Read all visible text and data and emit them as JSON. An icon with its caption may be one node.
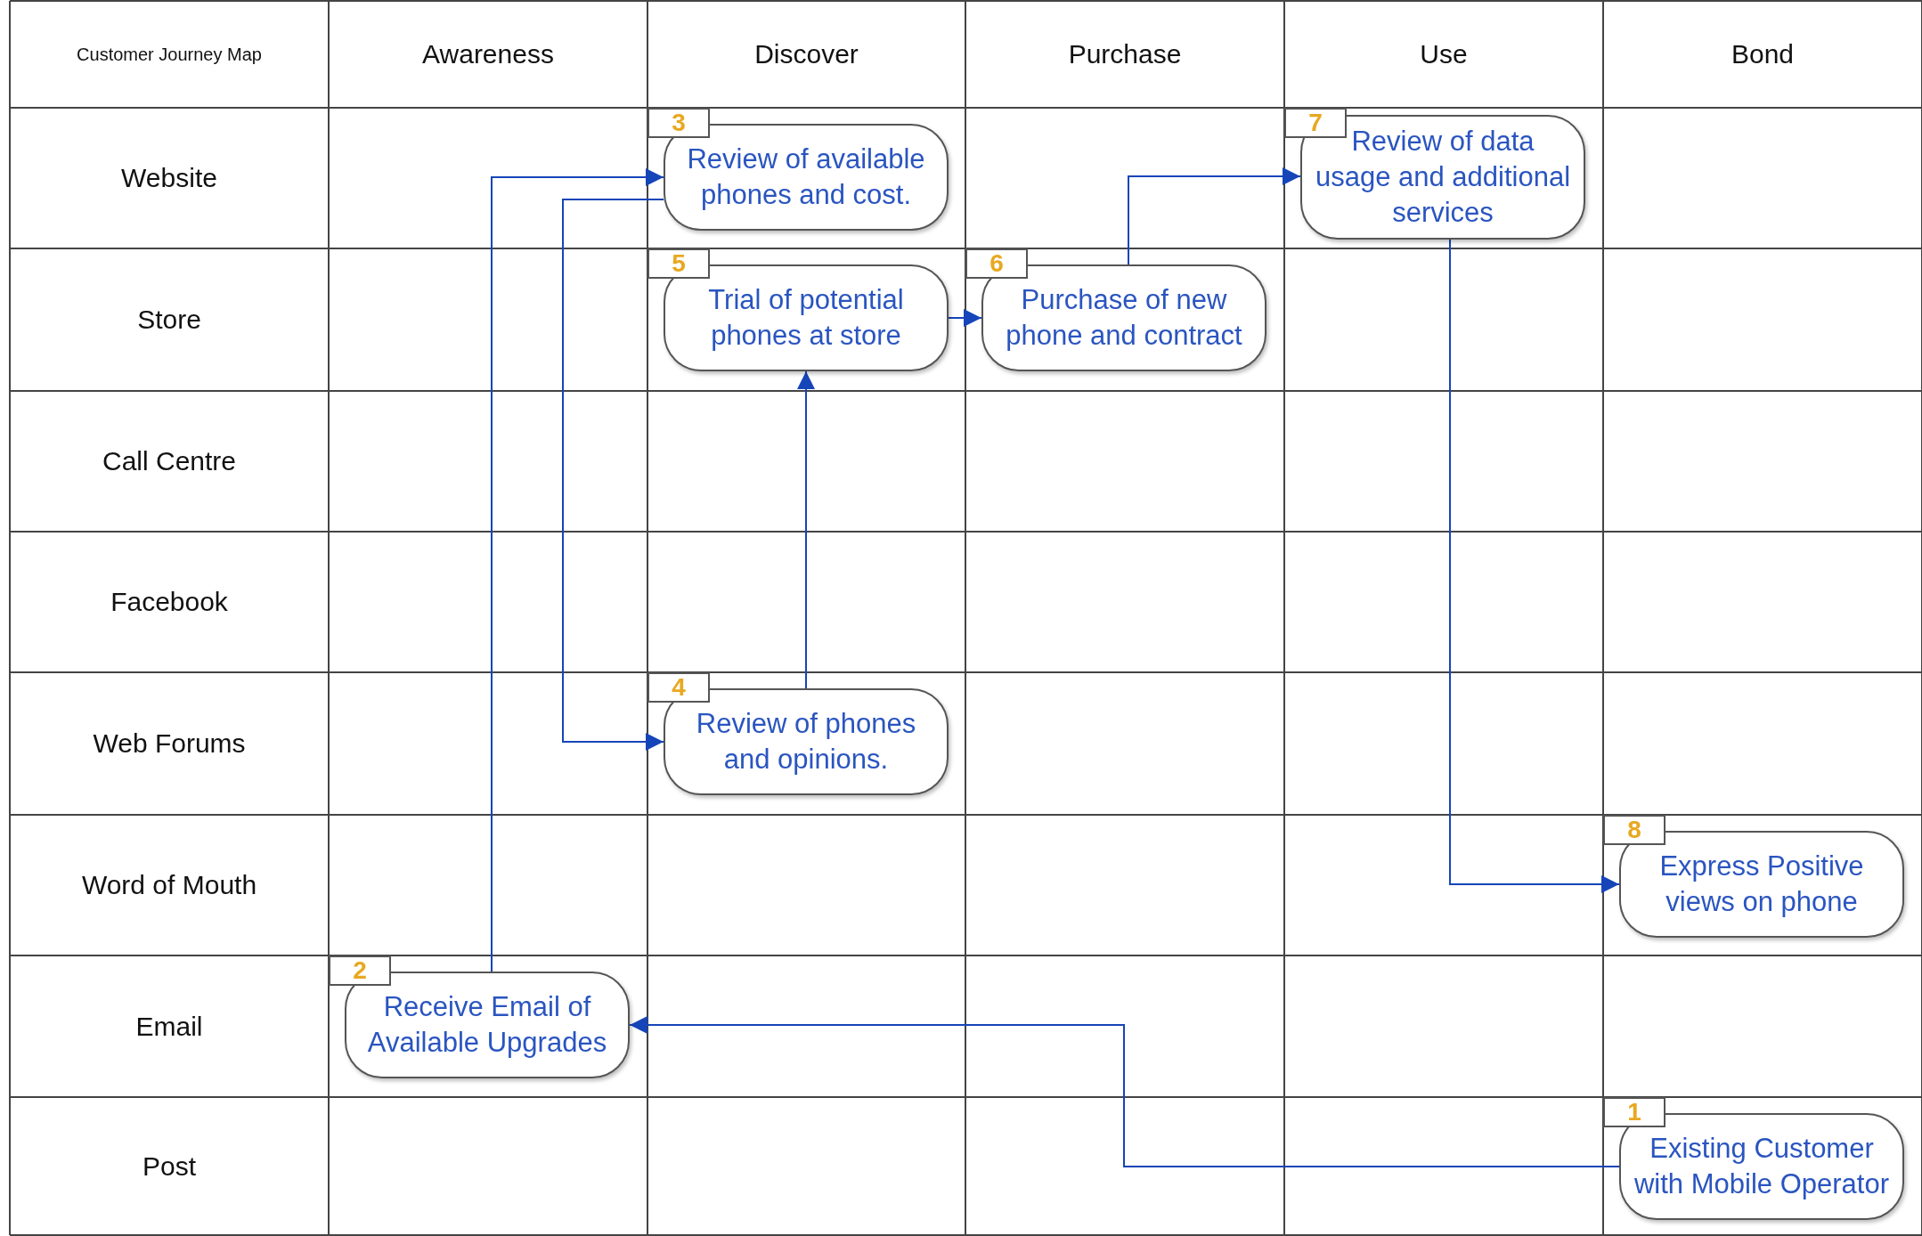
{
  "diagram": {
    "title": "Customer Journey Map",
    "nodes": [
      {
        "text": [
          "3",
          "Review of available phones and cost."
        ]
      },
      {
        "text": [
          "7",
          "Review of data usage and additional services"
        ]
      },
      {
        "text": [
          "5",
          "Trial of potential phones at store"
        ]
      },
      {
        "text": [
          "6",
          "Purchase of new phone and contract"
        ]
      },
      {
        "text": [
          "4",
          "Review of phones and opinions."
        ]
      },
      {
        "text": [
          "8",
          "Express Positive views on phone"
        ]
      },
      {
        "text": [
          "2",
          "Receive Email of Available Upgrades"
        ]
      },
      {
        "text": [
          "1",
          "Existing Customer with Mobile Operator"
        ]
      }
    ],
    "edges": [
      {
        "from": 7,
        "to": 6,
        "arrow": "to"
      },
      {
        "from": 6,
        "to": 0,
        "arrow": "to"
      },
      {
        "from": 0,
        "to": 4,
        "arrow": "to"
      },
      {
        "from": 4,
        "to": 2,
        "arrow": "to"
      },
      {
        "from": 2,
        "to": 3,
        "arrow": "to"
      },
      {
        "from": 3,
        "to": 1,
        "arrow": "to"
      },
      {
        "from": 1,
        "to": 5,
        "arrow": "to"
      }
    ],
    "labels": [
      "Awareness",
      "Discover",
      "Purchase",
      "Use",
      "Bond",
      "Website",
      "Store",
      "Call Centre",
      "Facebook",
      "Web Forums",
      "Word of Mouth",
      "Email",
      "Post"
    ]
  }
}
